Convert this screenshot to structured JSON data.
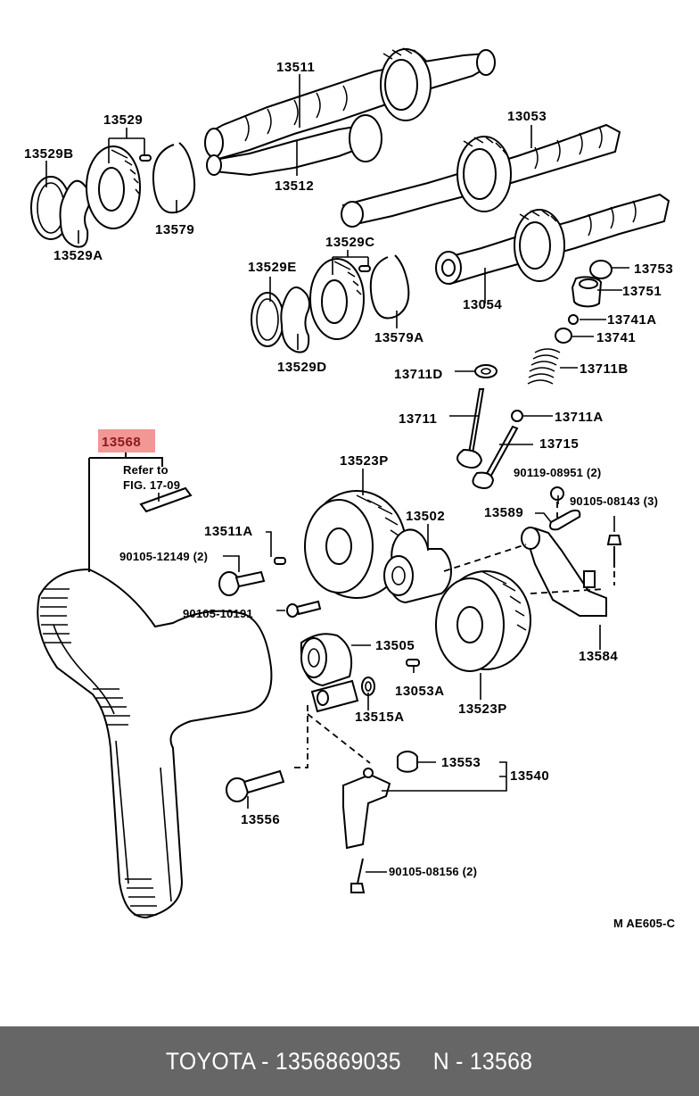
{
  "diagram": {
    "title": "Timing belt & camshaft parts diagram",
    "reference_note": {
      "line1": "Refer to",
      "line2": "FIG. 17-09"
    },
    "highlighted_part": "13568",
    "highlight_color": "#f28b8b",
    "figure_code": "M AE605-C",
    "callouts": {
      "p13511": "13511",
      "p13512": "13512",
      "p13529": "13529",
      "p13529B": "13529B",
      "p13529A": "13529A",
      "p13579": "13579",
      "p13053": "13053",
      "p13054": "13054",
      "p13529C": "13529C",
      "p13529E": "13529E",
      "p13529D": "13529D",
      "p13579A": "13579A",
      "p13753": "13753",
      "p13751": "13751",
      "p13741A": "13741A",
      "p13741": "13741",
      "p13711D": "13711D",
      "p13711B": "13711B",
      "p13711": "13711",
      "p13711A": "13711A",
      "p13715": "13715",
      "p13568": "13568",
      "p13523P_top": "13523P",
      "p13502": "13502",
      "p13511A": "13511A",
      "b90105_12149": "90105-12149 (2)",
      "b90119_08951": "90119-08951 (2)",
      "p13589": "13589",
      "b90105_08143": "90105-08143 (3)",
      "b90105_10191": "90105-10191",
      "p13505": "13505",
      "p13053A": "13053A",
      "p13515A": "13515A",
      "p13523P_bottom": "13523P",
      "p13584": "13584",
      "p13553": "13553",
      "p13540": "13540",
      "p13556": "13556",
      "b90105_08156": "90105-08156 (2)"
    }
  },
  "footer": {
    "text": "TOYOTA - 1356869035     N - 13568",
    "brand": "TOYOTA",
    "part_number": "1356869035",
    "part_code": "13568"
  }
}
